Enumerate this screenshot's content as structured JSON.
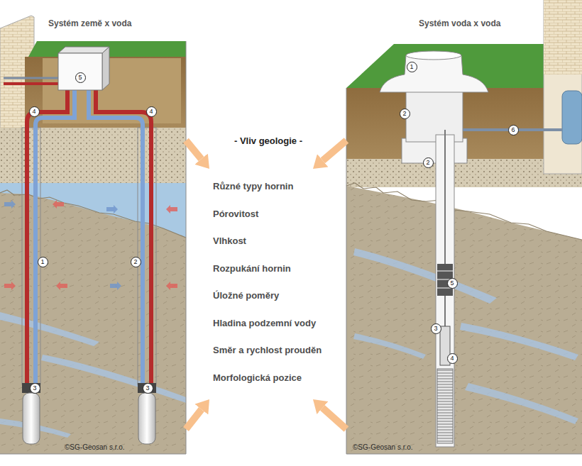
{
  "diagram": {
    "nodes": [
      {
        "text": [
          "Systém země x voda"
        ]
      },
      {
        "text": [
          "Systém voda x voda"
        ]
      },
      {
        "text": [
          "- Vliv geologie -",
          "Různé typy hornin",
          "Pórovitost",
          "Vlhkost",
          "Rozpukání hornin",
          "Úložné poměry",
          "Hladina podzemní vody",
          "Směr a rychlost prouděn",
          "Morfologická pozice"
        ]
      }
    ],
    "edges": [
      {
        "from": 0,
        "to": 2,
        "arrow": "to"
      },
      {
        "from": 0,
        "to": 2,
        "arrow": "to"
      },
      {
        "from": 1,
        "to": 2,
        "arrow": "to"
      },
      {
        "from": 1,
        "to": 2,
        "arrow": "to"
      }
    ],
    "labels": [
      "5",
      "4",
      "4",
      "1",
      "2",
      "3",
      "3",
      "©SG-Geosan s.r.o.",
      "1",
      "2",
      "2",
      "6",
      "5",
      "3",
      "4",
      "©SG-Geosan s.r.o."
    ]
  }
}
